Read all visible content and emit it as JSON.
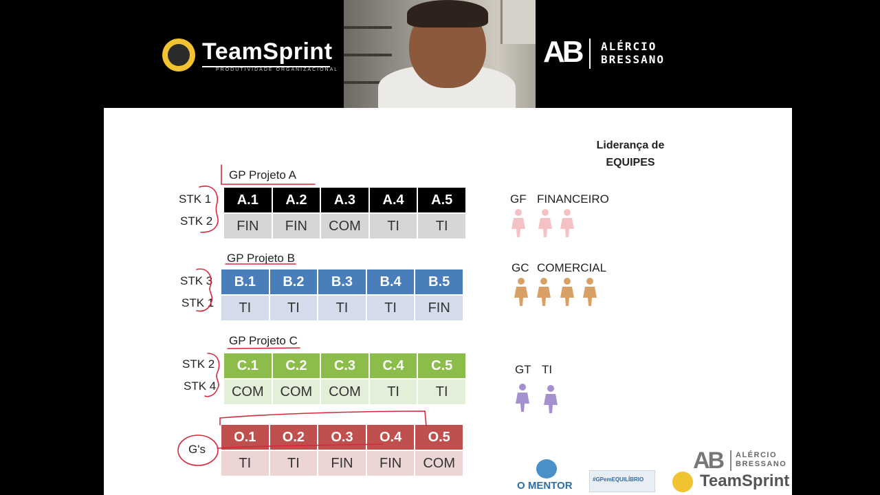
{
  "header": {
    "teamsprint": {
      "name": "TeamSprint",
      "tagline": "PRODUTIVIDADE ORGANIZACIONAL"
    },
    "alercio": {
      "mark": "AB",
      "line1": "ALÉRCIO",
      "line2": "BRESSANO"
    }
  },
  "slide": {
    "leadership_title_line1": "Liderança de",
    "leadership_title_line2": "EQUIPES",
    "projects": [
      {
        "label": "GP Projeto A",
        "stk1": "STK 1",
        "stk2": "STK 2",
        "headers": [
          "A.1",
          "A.2",
          "A.3",
          "A.4",
          "A.5"
        ],
        "values": [
          "FIN",
          "FIN",
          "COM",
          "TI",
          "TI"
        ]
      },
      {
        "label": "GP Projeto B",
        "stk1": "STK 3",
        "stk2": "STK 1",
        "headers": [
          "B.1",
          "B.2",
          "B.3",
          "B.4",
          "B.5"
        ],
        "values": [
          "TI",
          "TI",
          "TI",
          "TI",
          "FIN"
        ]
      },
      {
        "label": "GP Projeto C",
        "stk1": "STK 2",
        "stk2": "STK 4",
        "headers": [
          "C.1",
          "C.2",
          "C.3",
          "C.4",
          "C.5"
        ],
        "values": [
          "COM",
          "COM",
          "COM",
          "TI",
          "TI"
        ]
      },
      {
        "label": "G's",
        "stk1": "",
        "stk2": "",
        "headers": [
          "O.1",
          "O.2",
          "O.3",
          "O.4",
          "O.5"
        ],
        "values": [
          "TI",
          "TI",
          "FIN",
          "FIN",
          "COM"
        ]
      }
    ],
    "teams": [
      {
        "code": "GF",
        "name": "FINANCEIRO",
        "color": "#f4c2c5",
        "count": 3
      },
      {
        "code": "GC",
        "name": "COMERCIAL",
        "color": "#d9a066",
        "count": 4
      },
      {
        "code": "GT",
        "name": "TI",
        "color": "#a48fcf",
        "count": 2
      }
    ],
    "footer_logos": {
      "mentor_text": "O MENTOR",
      "gp_equilibrio": "#GPemEQUILÍBRIO",
      "alercio_mark": "AB",
      "alercio_line1": "ALÉRCIO",
      "alercio_line2": "BRESSANO",
      "teamsprint": "TeamSprint"
    }
  }
}
